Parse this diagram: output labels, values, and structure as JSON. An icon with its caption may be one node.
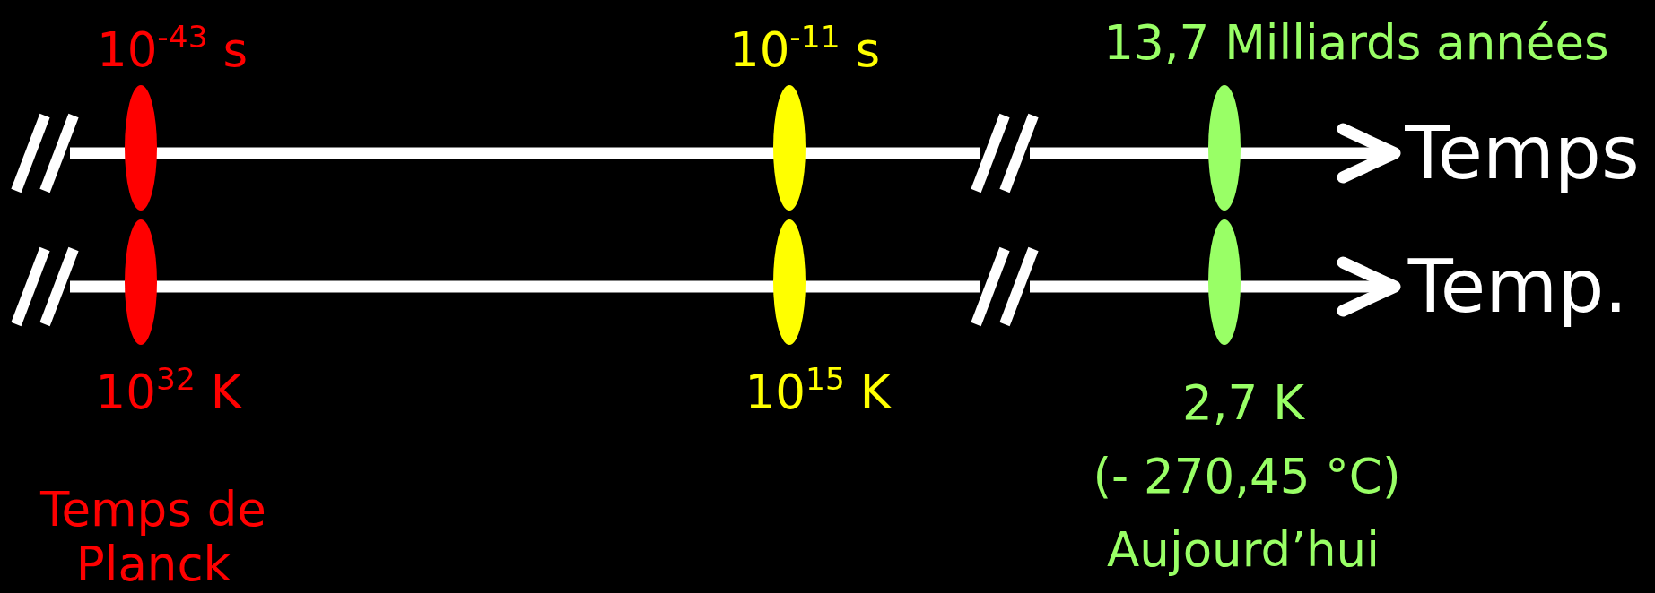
{
  "diagram": {
    "nodes": [
      {
        "text": [],
        "shape": "ellipse"
      },
      {
        "text": [],
        "shape": "ellipse"
      },
      {
        "text": [],
        "shape": "ellipse"
      },
      {
        "text": [],
        "shape": "ellipse"
      },
      {
        "text": [],
        "shape": "ellipse"
      },
      {
        "text": [],
        "shape": "ellipse"
      }
    ],
    "labels": [
      "10$^{-43}$ s",
      "10$^{-11}$ s",
      "13,7 Milliards années",
      "Temps",
      "Temp.",
      "10$^{32}$ K",
      "10$^{15}$ K",
      "2,7 K",
      "(- 270,45 °C)",
      "Temps de Planck",
      "Aujourd’hui"
    ]
  }
}
